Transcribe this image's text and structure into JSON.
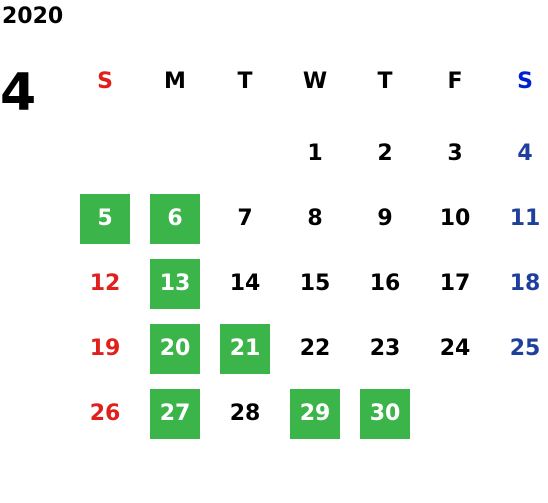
{
  "year": "2020",
  "month": "4",
  "weekdays": [
    "S",
    "M",
    "T",
    "W",
    "T",
    "F",
    "S"
  ],
  "colors": {
    "sunday": "#e0201c",
    "saturday": "#1f3f9c",
    "highlight_bg": "#3bb44a",
    "highlight_text": "#ffffff"
  },
  "weeks": [
    [
      "",
      "",
      "",
      "1",
      "2",
      "3",
      "4"
    ],
    [
      "5",
      "6",
      "7",
      "8",
      "9",
      "10",
      "11"
    ],
    [
      "12",
      "13",
      "14",
      "15",
      "16",
      "17",
      "18"
    ],
    [
      "19",
      "20",
      "21",
      "22",
      "23",
      "24",
      "25"
    ],
    [
      "26",
      "27",
      "28",
      "29",
      "30",
      "",
      ""
    ]
  ],
  "highlighted_days": [
    "5",
    "6",
    "13",
    "20",
    "21",
    "27",
    "29",
    "30"
  ]
}
